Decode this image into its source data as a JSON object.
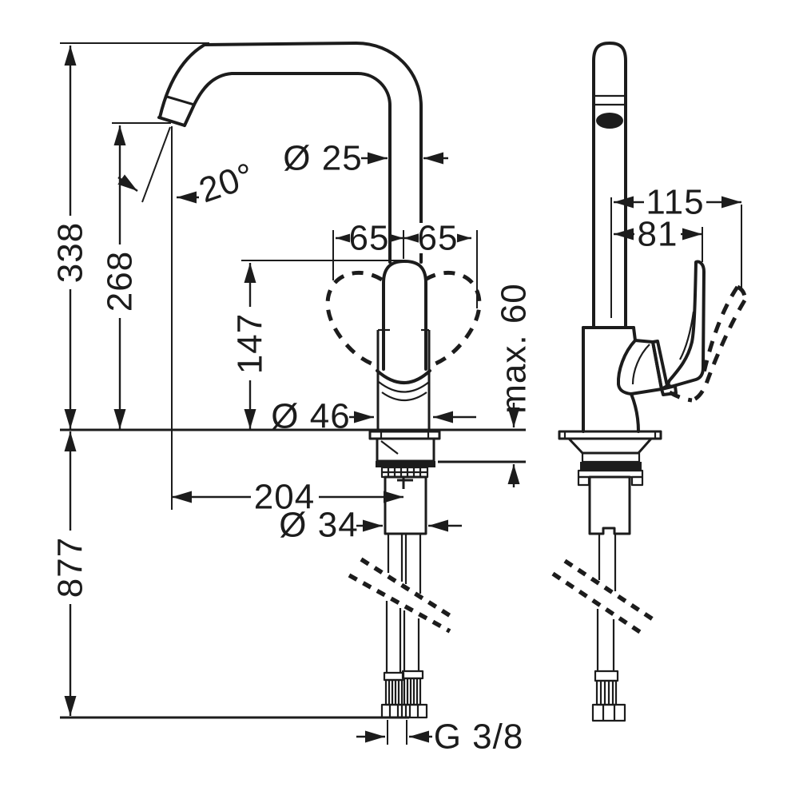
{
  "meta": {
    "description": "Technical installation drawing of a single-lever kitchen mixer tap with high swivel spout, front view and side view, dimensions in millimetres",
    "background_color": "#ffffff",
    "line_color": "#1c1c1c"
  },
  "dimensions": {
    "total_height": "338",
    "spout_outlet_height": "268",
    "spout_angle": "20°",
    "spout_pipe_diameter": "Ø 25",
    "handle_swivel_left": "65",
    "handle_swivel_right": "65",
    "handle_height": "147",
    "max_counter_thickness": "max. 60",
    "body_base_diameter": "Ø 46",
    "spout_reach": "204",
    "shank_diameter": "Ø 34",
    "hose_length": "877",
    "hose_thread": "G 3/8",
    "side_handle_open_reach": "115",
    "side_handle_reach": "81"
  }
}
